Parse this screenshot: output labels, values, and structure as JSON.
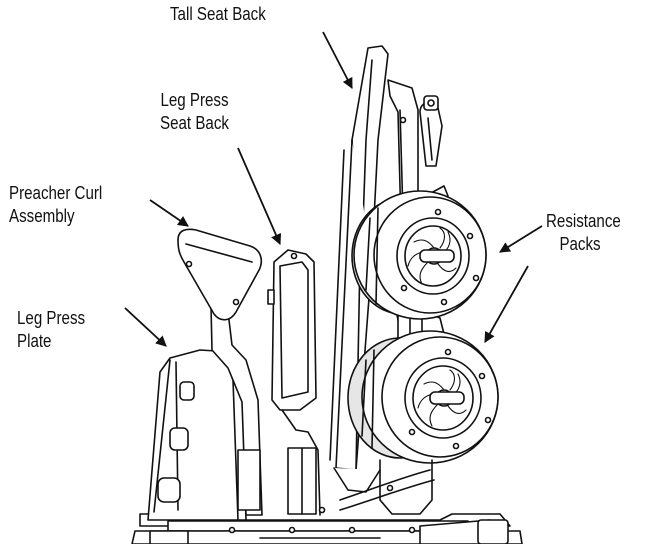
{
  "labels": {
    "tall_seat_back": "Tall Seat Back",
    "leg_press_seat_back": [
      "Leg Press",
      "Seat Back"
    ],
    "preacher_curl_assembly": [
      "Preacher Curl",
      "Assembly"
    ],
    "leg_press_plate": [
      "Leg Press",
      "Plate"
    ],
    "resistance_packs": [
      "Resistance",
      "Packs"
    ]
  },
  "colors": {
    "ink": "#111111",
    "fill": "#ffffff",
    "shade": "#e6e6e6"
  }
}
